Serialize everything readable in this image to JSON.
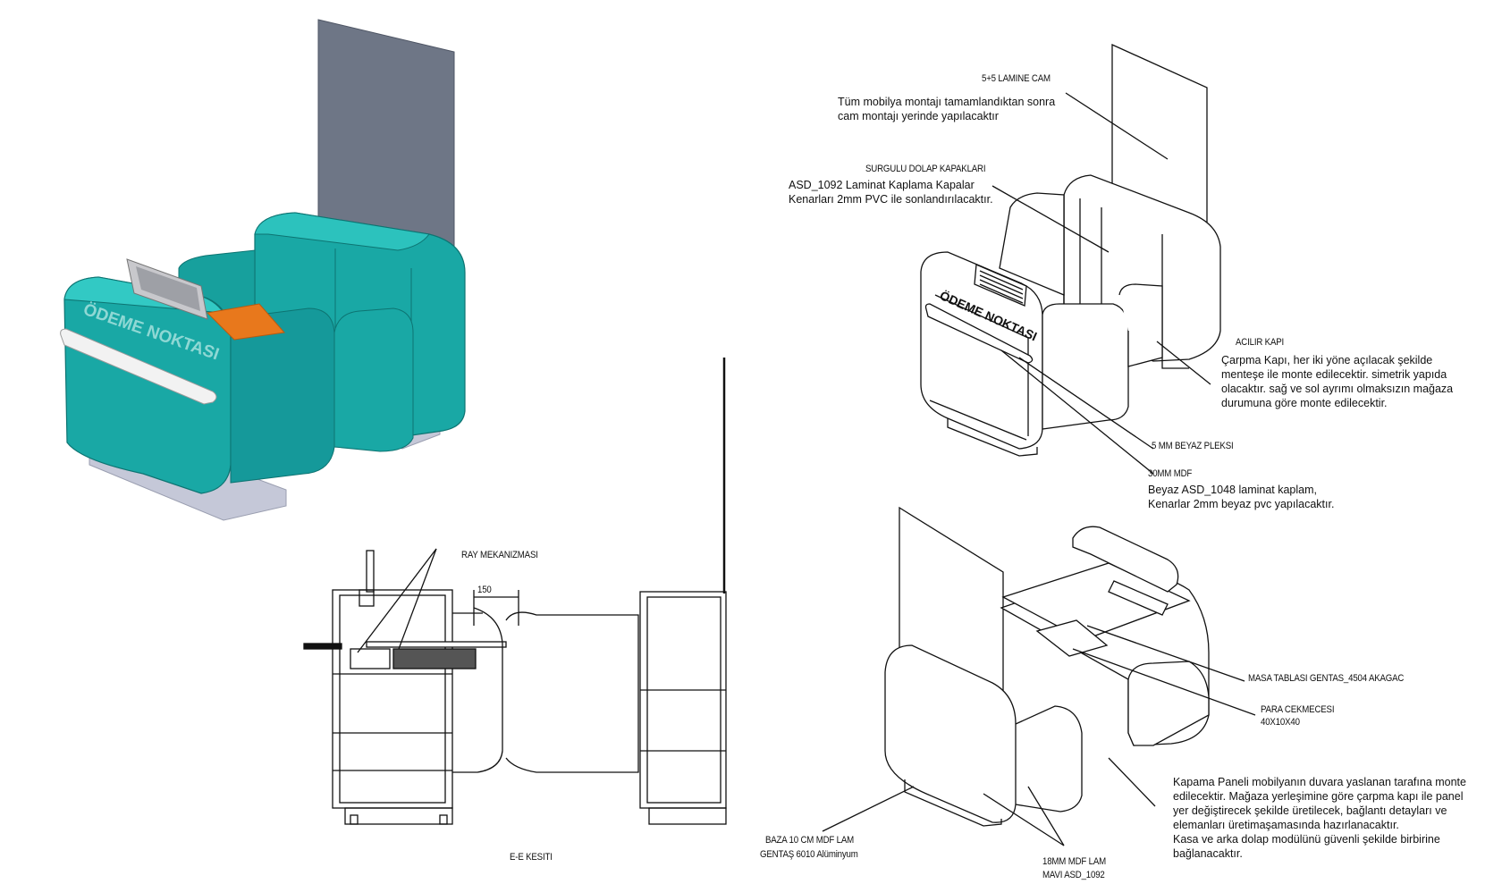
{
  "colors": {
    "teal": "#19a8a5",
    "teal_dark": "#0f8a88",
    "glass": "#6e7686",
    "orange": "#e8781c",
    "line": "#111111",
    "base_gray": "#c5c8d8"
  },
  "render": {
    "sign_text": "ÖDEME NOKTASI"
  },
  "iso_top": {
    "glass_title": "5+5 LAMINE CAM",
    "glass_note": [
      "Tüm mobilya montajı tamamlandıktan sonra",
      "cam montajı yerinde yapılacaktır"
    ],
    "doors_title": "SURGULU DOLAP KAPAKLARI",
    "doors_note": [
      "ASD_1092 Laminat Kaplama Kapalar",
      "Kenarları 2mm PVC ile sonlandırılacaktır."
    ],
    "swing_title": "ACILIR KAPI",
    "swing_note": [
      "Çarpma Kapı, her iki yöne açılacak şekilde",
      "menteşe ile monte edilecektir. simetrik yapıda",
      "olacaktır. sağ ve sol ayrımı olmaksızın mağaza",
      "durumuna göre monte edilecektir."
    ],
    "plexi": "5  MM BEYAZ PLEKSI",
    "mdf_title": "30MM MDF",
    "mdf_note": [
      "Beyaz ASD_1048 laminat kaplam,",
      "Kenarlar 2mm beyaz pvc yapılacaktır."
    ]
  },
  "section": {
    "rail": "RAY MEKANIZMASI",
    "dim": "150",
    "title": "E-E KESITI"
  },
  "iso_bottom": {
    "tabletop": "MASA TABLASI GENTAS_4504 AKAGAC",
    "drawer": [
      "PARA CEKMECESI",
      "40X10X40"
    ],
    "panel_note": [
      "Kapama Paneli mobilyanın duvara yaslanan tarafına monte",
      "edilecektir. Mağaza yerleşimine göre çarpma kapı ile panel",
      "yer değiştirecek şekilde üretilecek, bağlantı detayları ve",
      "elemanları üretimaşamasında hazırlanacaktır.",
      "Kasa ve arka dolap modülünü güvenli şekilde birbirine",
      "bağlanacaktır."
    ],
    "base": [
      "BAZA 10 CM MDF LAM",
      "GENTAŞ 6010 Alüminyum"
    ],
    "mdf18": [
      "18MM MDF LAM",
      "MAVI ASD_1092"
    ]
  }
}
